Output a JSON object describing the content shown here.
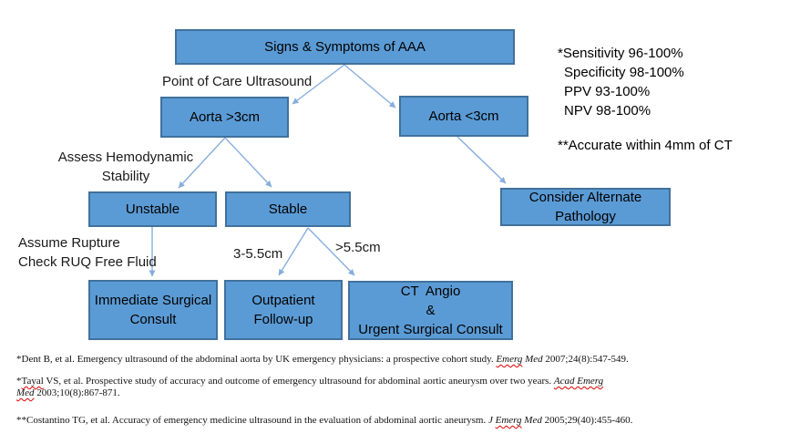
{
  "flowchart": {
    "nodes": {
      "signs": {
        "label": "Signs & Symptoms of AAA"
      },
      "aorta_gt3": {
        "label": "Aorta >3cm"
      },
      "aorta_lt3": {
        "label": "Aorta <3cm"
      },
      "unstable": {
        "label": "Unstable"
      },
      "stable": {
        "label": "Stable"
      },
      "consider": {
        "label": "Consider Alternate Pathology"
      },
      "immediate": {
        "label": "Immediate Surgical Consult"
      },
      "outpatient": {
        "label": "Outpatient Follow-up"
      },
      "ct_angio": {
        "label": "CT  Angio\n&\nUrgent Surgical Consult"
      }
    },
    "labels": {
      "point_of_care": "Point of Care Ultrasound",
      "assess": "Assess Hemodynamic\nStability",
      "assume": "Assume Rupture\nCheck RUQ Free Fluid",
      "range_low": "3-5.5cm",
      "range_high": ">5.5cm"
    },
    "colors": {
      "node_fill": "#5B9BD5",
      "node_border": "#41719C",
      "arrow": "#87AEDD"
    }
  },
  "annotations": {
    "stats_line1": "*Sensitivity 96-100%",
    "stats_line2": "Specificity 98-100%",
    "stats_line3": "PPV 93-100%",
    "stats_line4": "NPV 98-100%",
    "accuracy_note": "**Accurate within 4mm of CT"
  },
  "references": [
    {
      "lines": [
        [
          {
            "t": "*Dent B, et al. Emergency ultrasound of the abdominal aorta by UK emergency physicians: a prospective cohort study. ",
            "i": false,
            "sq": false
          },
          {
            "t": "Emerg",
            "i": true,
            "sq": true
          },
          {
            "t": " Med ",
            "i": true,
            "sq": false
          },
          {
            "t": "2007;24(8):547-549.",
            "i": false,
            "sq": false
          }
        ]
      ]
    },
    {
      "lines": [
        [
          {
            "t": "*",
            "i": false,
            "sq": false
          },
          {
            "t": "Tayal",
            "i": false,
            "sq": true
          },
          {
            "t": " VS, et al. Prospective study of accuracy and outcome of emergency ultrasound for abdominal aortic aneurysm over two years. ",
            "i": false,
            "sq": false
          },
          {
            "t": "Acad Emerg",
            "i": true,
            "sq": true
          }
        ],
        [
          {
            "t": "Med",
            "i": true,
            "sq": true
          },
          {
            "t": " 2003;10(8):867-871.",
            "i": false,
            "sq": false
          }
        ]
      ]
    },
    {
      "lines": [
        [
          {
            "t": "**Costantino TG, et al. Accuracy of emergency medicine ultrasound in the evaluation of abdominal aortic aneurysm. ",
            "i": false,
            "sq": false
          },
          {
            "t": "J ",
            "i": true,
            "sq": false
          },
          {
            "t": "Emerg",
            "i": true,
            "sq": true
          },
          {
            "t": " Med ",
            "i": true,
            "sq": false
          },
          {
            "t": "2005;29(40):455-460.",
            "i": false,
            "sq": false
          }
        ]
      ]
    }
  ]
}
